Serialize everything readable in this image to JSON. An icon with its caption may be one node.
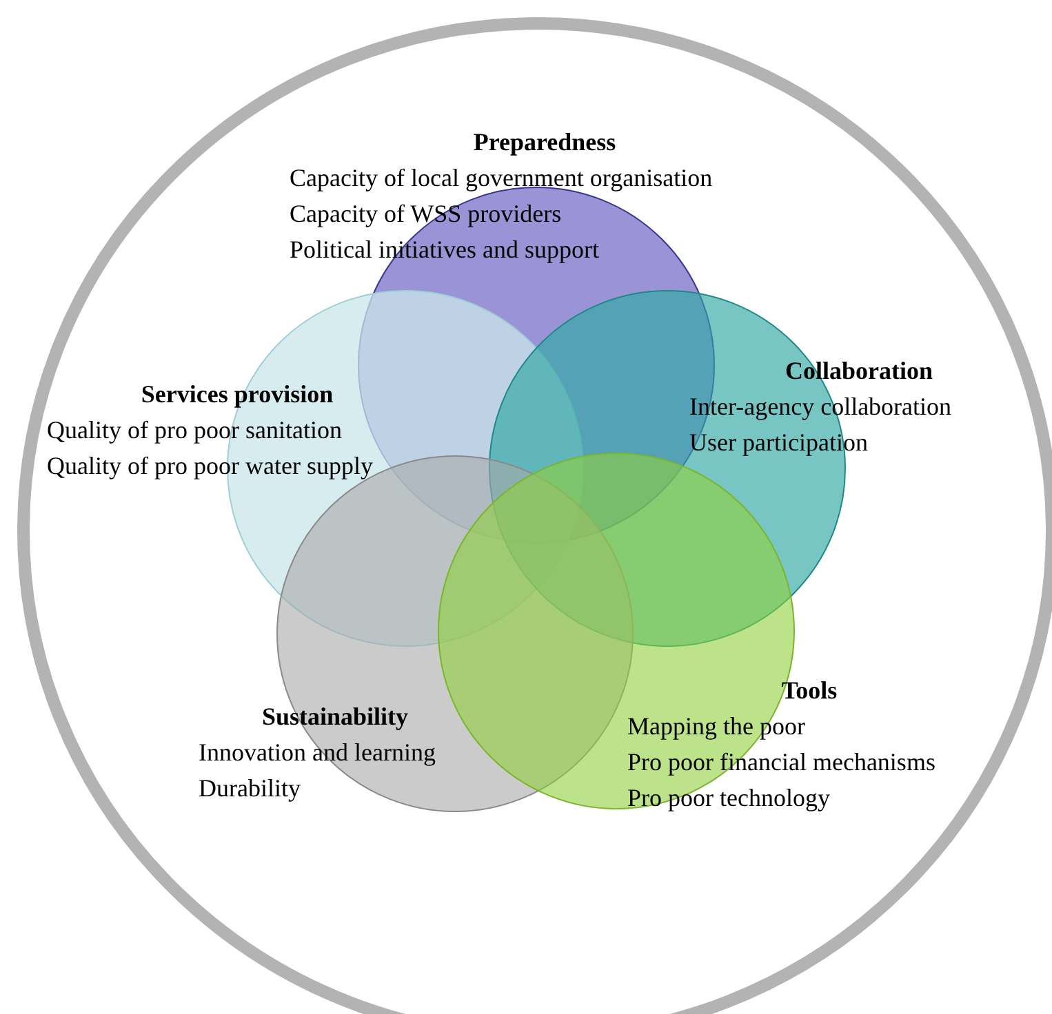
{
  "diagram": {
    "nodes": [
      {
        "text": [
          "Preparedness",
          "Capacity of local government organisation",
          "Capacity of WSS providers",
          "Political initiatives and support"
        ]
      },
      {
        "text": [
          "Services provision",
          "Quality of pro poor sanitation",
          "Quality of pro poor water supply"
        ]
      },
      {
        "text": [
          "Collaboration",
          "Inter-agency collaboration",
          "User participation"
        ]
      },
      {
        "text": [
          "Sustainability",
          "Innovation and learning",
          "Durability"
        ]
      },
      {
        "text": [
          "Tools",
          "Mapping the poor",
          "Pro poor financial mechanisms",
          "Pro poor technology"
        ]
      }
    ]
  }
}
